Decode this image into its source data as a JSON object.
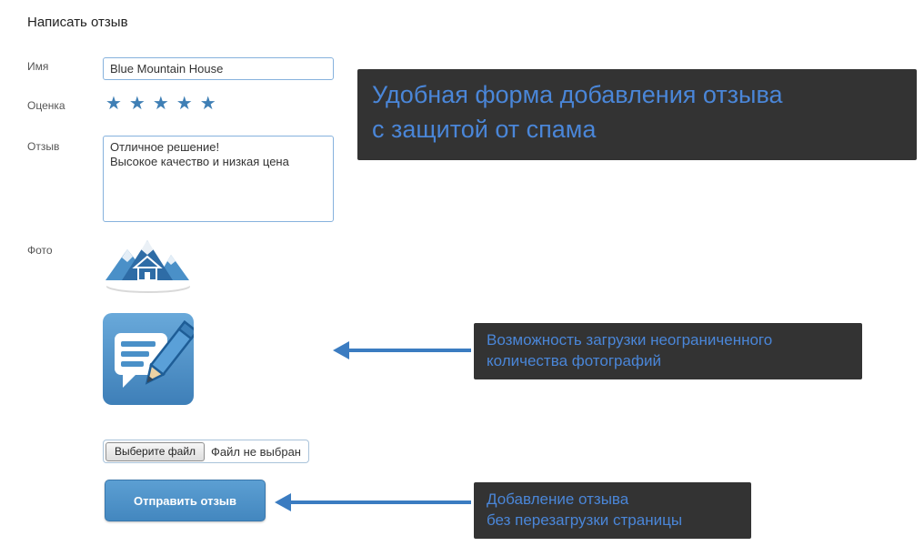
{
  "page": {
    "title": "Написать отзыв"
  },
  "form": {
    "name_label": "Имя",
    "name_value": "Blue Mountain House",
    "rating_label": "Оценка",
    "rating_stars": "★★★★★",
    "review_label": "Отзыв",
    "review_value": "Отличное решение!\nВысокое качество и низкая цена",
    "photo_label": "Фото",
    "file_button_label": "Выберите файл",
    "file_status": "Файл не выбран",
    "submit_label": "Отправить отзыв"
  },
  "callouts": {
    "spam": {
      "lines": [
        "Удобная форма добавления отзыва",
        "с защитой от спама"
      ]
    },
    "photos": {
      "lines": [
        "Возможность загрузки неограниченного",
        "количества фотографий"
      ]
    },
    "ajax": {
      "lines": [
        "Добавление отзыва",
        "без перезагрузки страницы"
      ]
    }
  },
  "icons": {
    "stars": "star-rating-icons",
    "photo1": "mountain-house-logo-thumbnail",
    "photo2": "review-speech-bubble-pencil-icon"
  },
  "colors": {
    "accent_blue": "#4a90c8",
    "star_blue": "#3f7fb5",
    "callout_bg": "#333333",
    "callout_text": "#4a86d8",
    "arrow_blue": "#3b7cc1",
    "input_border": "#86b2dd"
  }
}
